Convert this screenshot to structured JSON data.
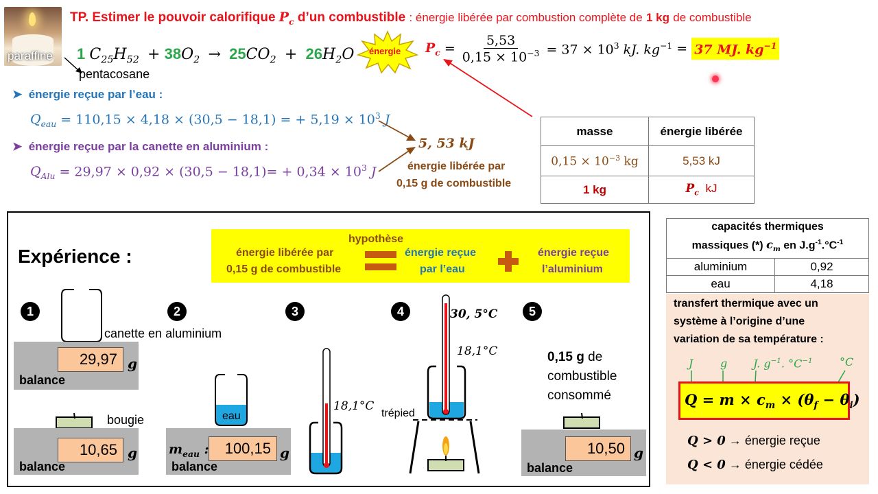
{
  "header": {
    "candle_label": "paraffine",
    "title": "TP. Estimer le pouvoir calorifique",
    "title_symbol": "P",
    "title_symbol_sub": "c",
    "title_suffix": "d’un combustible",
    "definition_prefix": ": énergie libérée par combustion complète de",
    "definition_bold": "1 kg",
    "definition_suffix": "de combustible"
  },
  "equation": {
    "coef1": "1",
    "reactant1": "C",
    "reactant1_sub1": "25",
    "reactant1_mid": "H",
    "reactant1_sub2": "52",
    "plus1": "+",
    "coef2": "38",
    "reactant2": "O",
    "reactant2_sub": "2",
    "arrow": "→",
    "coef3": "25",
    "product1": "CO",
    "product1_sub": "2",
    "plus2": "+",
    "coef4": "26",
    "product2": "H",
    "product2_sub": "2",
    "product2_end": "O",
    "energy_burst": "énergie",
    "molecule_name": "pentacosane"
  },
  "pc_formula": {
    "symbol": "P",
    "symbol_sub": "c",
    "equals": "=",
    "numerator": "5,53",
    "denominator": "0,15 × 10",
    "denominator_exp": "−3",
    "middle": "= 37 × 10",
    "middle_exp": "3",
    "middle_unit": "kJ. kg",
    "middle_unit_exp": "−1",
    "equals2": "=",
    "result": "37 MJ. kg",
    "result_exp": "−1"
  },
  "water": {
    "heading": "énergie reçue par l’eau :",
    "symbol": "Q",
    "symbol_sub": "eau",
    "expression": "= 110,15 × 4,18 × (30,5 − 18,1) = + 5,19 × 10",
    "exp": "3",
    "unit": "J"
  },
  "aluminium": {
    "heading": "énergie reçue par la canette en aluminium :",
    "symbol": "Q",
    "symbol_sub": "Alu",
    "expression": "=  29,97 × 0,92 × (30,5 − 18,1)= + 0,34 × 10",
    "exp": "3",
    "unit": "J"
  },
  "total": {
    "value": "5, 53 kJ",
    "caption_line1": "énergie libérée par",
    "caption_line2": "0,15 g de combustible"
  },
  "proportion_table": {
    "headers": [
      "masse",
      "énergie libérée"
    ],
    "row1": [
      "0,15 × 10",
      "−3",
      " kg",
      "5,53 kJ"
    ],
    "row2_mass": "1 kg",
    "row2_symbol": "P",
    "row2_symbol_sub": "c",
    "row2_unit": "kJ"
  },
  "capacity_table": {
    "header_line1": "capacités thermiques",
    "header_line2_a": "massiques (*)",
    "header_symbol": "c",
    "header_symbol_sub": "m",
    "header_line2_b": "en J.g",
    "header_exp1": "-1",
    "header_line2_c": ".°C",
    "header_exp2": "-1",
    "rows": [
      {
        "name": "aluminium",
        "value": "0,92"
      },
      {
        "name": "eau",
        "value": "4,18"
      }
    ]
  },
  "transfer_box": {
    "text_line1": "transfert thermique avec un",
    "text_line2": "système à l’origine d’une",
    "text_line3": "variation de sa température :",
    "unit_J": "J",
    "unit_g": "g",
    "unit_cm": "J. g",
    "unit_cm_exp1": "−1",
    "unit_cm_mid": ". °C",
    "unit_cm_exp2": "−1",
    "unit_deg": "°C",
    "formula": "Q = m × c",
    "formula_sub": "m",
    "formula_end": "× (θ",
    "theta_f_sub": "f",
    "formula_minus": " − θ",
    "theta_i_sub": "i",
    "formula_close": ")",
    "rule1_lhs": "Q > 0",
    "rule1_rhs": "→ énergie reçue",
    "rule2_lhs": "Q < 0",
    "rule2_rhs": "→ énergie cédée"
  },
  "experience": {
    "title": "Expérience :",
    "hypothesis_label": "hypothèse",
    "hyp_left_line1": "énergie libérée par",
    "hyp_left_line2": "0,15 g de combustible",
    "hyp_mid_line1": "énergie reçue",
    "hyp_mid_line2": "par l’eau",
    "hyp_right_line1": "énergie reçue",
    "hyp_right_line2": "l’aluminium",
    "steps": [
      "1",
      "2",
      "3",
      "4",
      "5"
    ],
    "step1_can_label": "canette en aluminium",
    "step1_mass": "29,97",
    "step1_candle_label": "bougie",
    "step1_candle_mass": "10,65",
    "unit_g": "g",
    "balance": "balance",
    "step2_water_label": "eau",
    "step2_mass_symbol": "m",
    "step2_mass_symbol_sub": "eau",
    "step2_colon": ":",
    "step2_mass": "100,15",
    "step3_temp": "18,1°C",
    "step4_temp_final": "30, 5°C",
    "step4_temp_initial": "18,1°C",
    "step4_tripod": "trépied",
    "step5_line1_bold": "0,15 g",
    "step5_line1_rest": "de",
    "step5_line2": "combustible",
    "step5_line3": "consommé",
    "step5_mass": "10,50"
  },
  "colors": {
    "title_red": "#e8141b",
    "green": "#2aa64b",
    "blue": "#2474b8",
    "purple": "#7b3fa0",
    "brown": "#8b4a14",
    "highlight_yellow": "#ffff00",
    "water_blue": "#1ea7e1",
    "balance_grey": "#b3b3b3",
    "display_orange": "#fbc69a",
    "transfer_bg": "#fbe5d6"
  }
}
